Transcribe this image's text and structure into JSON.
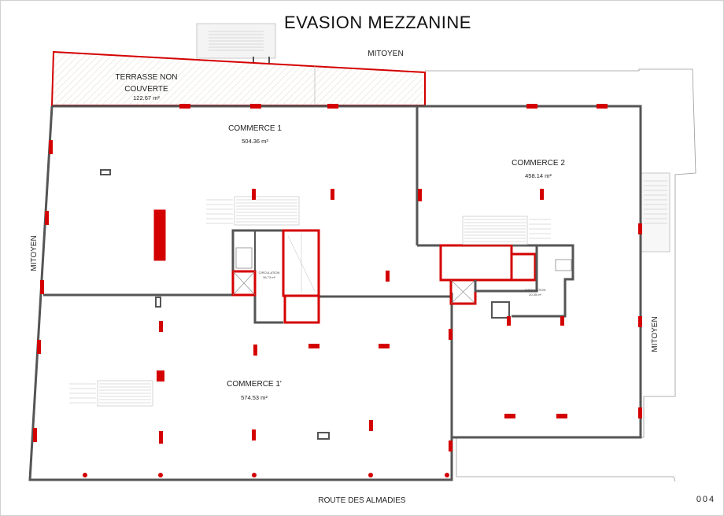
{
  "title": "EVASION MEZZANINE",
  "page_number": "004",
  "neighbors": {
    "top": "MITOYEN",
    "left": "MITOYEN",
    "right": "MITOYEN",
    "bottom": "ROUTE DES ALMADIES"
  },
  "rooms": [
    {
      "name": "TERRASSE NON",
      "name2": "COUVERTE",
      "area": "122.67 m²"
    },
    {
      "name": "COMMERCE 1",
      "area": "504.36 m²"
    },
    {
      "name": "COMMERCE 2",
      "area": "458.14 m²"
    },
    {
      "name": "COMMERCE 1'",
      "area": "574.53 m²"
    },
    {
      "name": "CIRCULATION",
      "area": "36.73 m²"
    },
    {
      "name": "CIRCULATION",
      "area": "20.35 m²"
    }
  ],
  "colors": {
    "wall": "#555555",
    "structure": "#d40000",
    "thin_line": "#999999",
    "background": "#ffffff"
  }
}
